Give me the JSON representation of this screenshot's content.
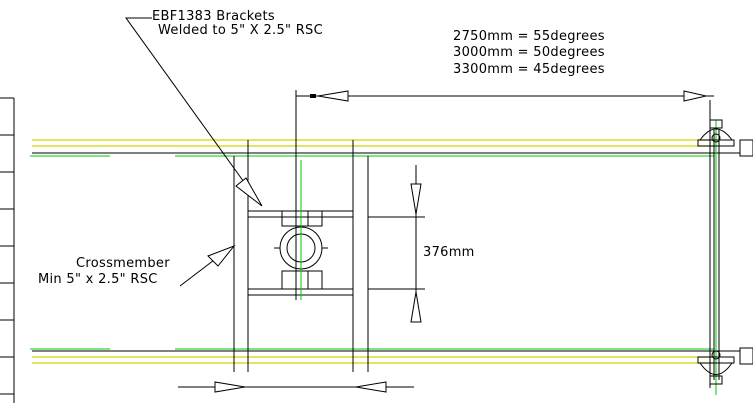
{
  "labels": {
    "bracket_line1": "EBF1383 Brackets",
    "bracket_line2": "Welded to 5\" X 2.5\" RSC",
    "crossmember_line1": "Crossmember",
    "crossmember_line2": "Min 5\" x 2.5\" RSC",
    "dimension_376": "376mm"
  },
  "angle_table": [
    "2750mm = 55degrees",
    "3000mm = 50degrees",
    "3300mm = 45degrees"
  ],
  "colors": {
    "frame_rail": "#d4d400",
    "centerline": "#00c800",
    "linework": "#000000",
    "background": "#ffffff"
  }
}
